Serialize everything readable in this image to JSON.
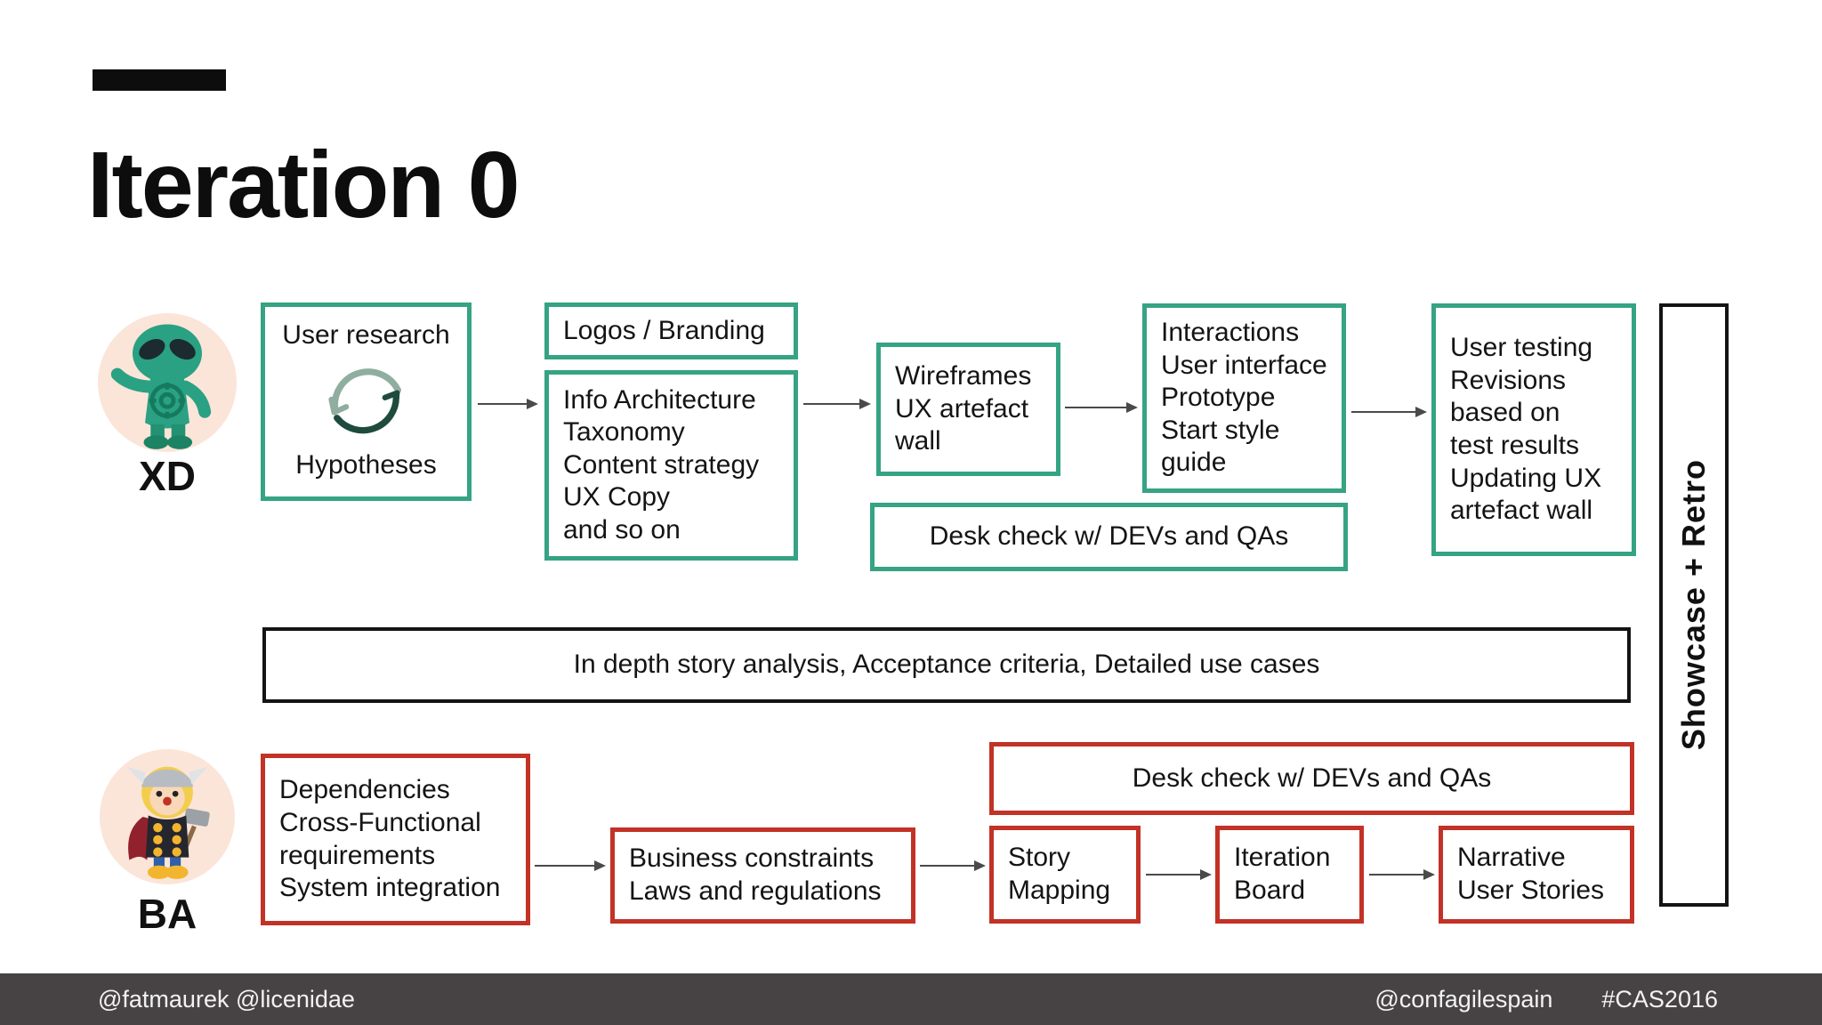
{
  "title": "Iteration 0",
  "colors": {
    "green": "#35a384",
    "red": "#c23226",
    "footer_bg": "#474344",
    "footer_text": "#f2f2f2",
    "avatar_bg": "#fbe5d8",
    "arrow": "#4a4a4a"
  },
  "icons": {
    "cycle": "cycle-refresh-icon",
    "xd_avatar": "alien-character-avatar",
    "ba_avatar": "viking-character-avatar"
  },
  "xd": {
    "label": "XD",
    "boxes": {
      "research_top": "User research",
      "research_bottom": "Hypotheses",
      "logos": "Logos / Branding",
      "info": "Info Architecture\nTaxonomy\nContent strategy\nUX Copy\nand so on",
      "wireframes": "Wireframes\nUX artefact\nwall",
      "interactions": "Interactions\nUser interface\nPrototype\nStart style\nguide",
      "testing": "User testing\nRevisions\nbased on\ntest results\nUpdating UX\nartefact wall",
      "desk_check": "Desk check w/ DEVs and QAs"
    }
  },
  "shared": {
    "analysis": "In depth story analysis, Acceptance criteria, Detailed use cases",
    "showcase": "Showcase + Retro"
  },
  "ba": {
    "label": "BA",
    "boxes": {
      "dependencies": "Dependencies\nCross-Functional\nrequirements\nSystem integration",
      "constraints": "Business constraints\nLaws and regulations",
      "desk_check": "Desk check w/ DEVs and QAs",
      "story_mapping": "Story\nMapping",
      "iteration_board": "Iteration\nBoard",
      "narrative": "Narrative\nUser Stories"
    }
  },
  "footer": {
    "left": "@fatmaurek @licenidae",
    "right_handle": "@confagilespain",
    "right_tag": "#CAS2016"
  }
}
